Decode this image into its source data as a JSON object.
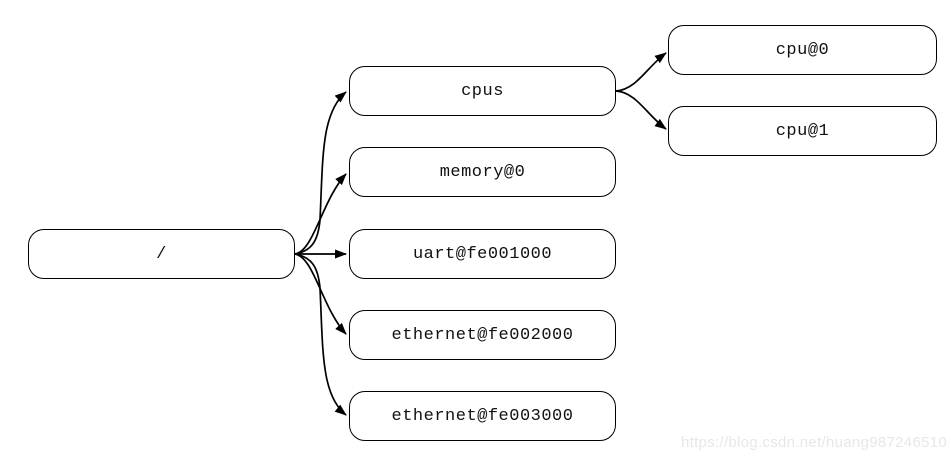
{
  "diagram": {
    "type": "tree",
    "description": "device tree node graph",
    "nodes": {
      "root": {
        "label": "/"
      },
      "cpus": {
        "label": "cpus"
      },
      "memory": {
        "label": "memory@0"
      },
      "uart": {
        "label": "uart@fe001000"
      },
      "eth2": {
        "label": "ethernet@fe002000"
      },
      "eth3": {
        "label": "ethernet@fe003000"
      },
      "cpu0": {
        "label": "cpu@0"
      },
      "cpu1": {
        "label": "cpu@1"
      }
    },
    "edges": [
      {
        "from": "/",
        "to": "cpus"
      },
      {
        "from": "/",
        "to": "memory@0"
      },
      {
        "from": "/",
        "to": "uart@fe001000"
      },
      {
        "from": "/",
        "to": "ethernet@fe002000"
      },
      {
        "from": "/",
        "to": "ethernet@fe003000"
      },
      {
        "from": "cpus",
        "to": "cpu@0"
      },
      {
        "from": "cpus",
        "to": "cpu@1"
      }
    ],
    "colors": {
      "background": "#ffffff",
      "node_fill": "#ffffff",
      "node_border": "#000000",
      "edge_stroke": "#000000",
      "text": "#111111"
    }
  },
  "watermark": {
    "text": "https://blog.csdn.net/huang987246510",
    "color": "#e7e7e9"
  }
}
